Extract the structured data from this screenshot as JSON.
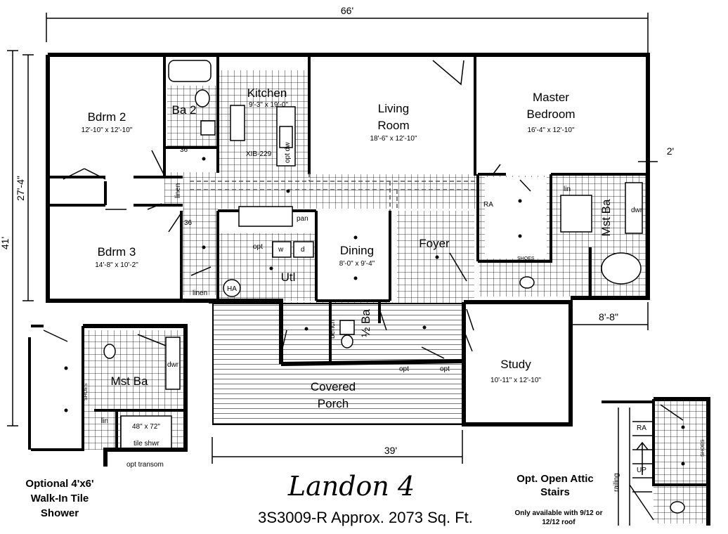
{
  "dimensions": {
    "overall_width": "66'",
    "overall_depth": "41'",
    "main_depth": "27'-4\"",
    "offset_right": "2'",
    "study_offset": "8'-8\"",
    "porch_width": "39'"
  },
  "rooms": {
    "bdrm2": {
      "name": "Bdrm 2",
      "size": "12'-10\" x 12'-10\""
    },
    "ba2": {
      "name": "Ba 2"
    },
    "kitchen": {
      "name": "Kitchen",
      "size": "9'-3\" x 19'-0\""
    },
    "living": {
      "name_line1": "Living",
      "name_line2": "Room",
      "size": "18'-6\" x 12'-10\""
    },
    "master": {
      "name_line1": "Master",
      "name_line2": "Bedroom",
      "size": "16'-4\" x 12'-10\""
    },
    "bdrm3": {
      "name": "Bdrm 3",
      "size": "14'-8\" x 10'-2\""
    },
    "utl": {
      "name": "Utl"
    },
    "dining": {
      "name": "Dining",
      "size": "8'-0\" x 9'-4\""
    },
    "foyer": {
      "name": "Foyer"
    },
    "mst_ba": {
      "name": "Mst Ba"
    },
    "half_ba": {
      "name": "½ Ba"
    },
    "study": {
      "name": "Study",
      "size": "10'-11\" x 12'-10\""
    },
    "porch": {
      "name_line1": "Covered",
      "name_line2": "Porch"
    },
    "opt_mst_ba": {
      "name": "Mst Ba"
    }
  },
  "labels": {
    "xib": "XIB-229",
    "opt_dw": "opt dw",
    "dwr": "dwr",
    "linen": "linen",
    "lin": "lin",
    "pan": "pan",
    "opt": "opt",
    "w": "w",
    "d": "d",
    "ha": "HA",
    "bench": "bench",
    "shoes": "SHOES",
    "ra": "RA",
    "num36": "36",
    "tile_shwr_size": "48\" x 72\"",
    "tile_shwr": "tile shwr",
    "opt_transom": "opt transom",
    "up": "UP",
    "railing": "railing"
  },
  "captions": {
    "title": "Landon 4",
    "subtitle": "3S3009-R Approx. 2073 Sq. Ft.",
    "opt_shower": "Optional 4'x6' Walk-In Tile Shower",
    "opt_stairs": "Opt. Open Attic Stairs",
    "opt_stairs_note": "Only available with 9/12 or 12/12 roof"
  }
}
